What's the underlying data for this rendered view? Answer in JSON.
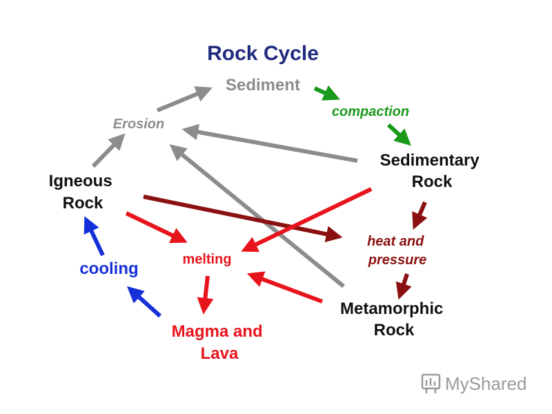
{
  "title": "Rock Cycle",
  "nodes": {
    "sediment": "Sediment",
    "erosion": "Erosion",
    "compaction": "compaction",
    "sedimentary_line1": "Sedimentary",
    "sedimentary_line2": "Rock",
    "igneous_line1": "Igneous",
    "igneous_line2": "Rock",
    "heat_line1": "heat and",
    "heat_line2": "pressure",
    "melting": "melting",
    "cooling": "cooling",
    "metamorphic_line1": "Metamorphic",
    "metamorphic_line2": "Rock",
    "magma_line1": "Magma and",
    "magma_line2": "Lava"
  },
  "colors": {
    "title": "#1f2a80",
    "gray": "#8c8c8c",
    "green": "#1a9a1a",
    "dark_red": "#8b1010",
    "red": "#e8141c",
    "blue": "#1530d8",
    "black": "#111111",
    "watermark": "#9a9a9a"
  },
  "watermark": {
    "icon": "myshared-logo-icon",
    "text": "MyShared"
  }
}
